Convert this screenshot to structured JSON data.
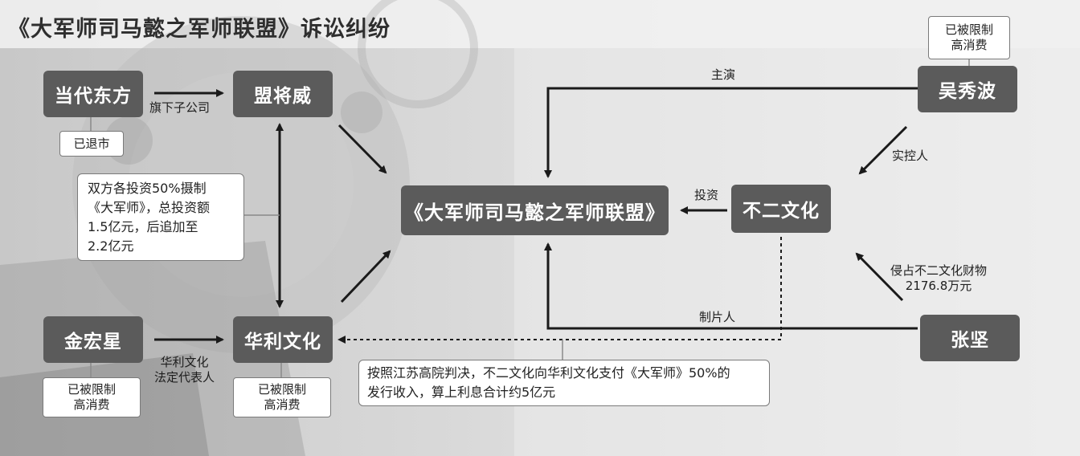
{
  "title": "《大军师司马懿之军师联盟》诉讼纠纷",
  "nodes": {
    "dangdai": "当代东方",
    "mengjiangwei": "盟将威",
    "jinhongxing": "金宏星",
    "huali": "华利文化",
    "center": "《大军师司马懿之军师联盟》",
    "buer": "不二文化",
    "wuxiubo": "吴秀波",
    "zhangjian": "张坚"
  },
  "tags": {
    "delisted": "已退市",
    "restricted_line1": "已被限制",
    "restricted_line2": "高消费"
  },
  "notes": {
    "investment": [
      "双方各投资50%摄制",
      "《大军师》，总投资额",
      "1.5亿元，后追加至",
      "2.2亿元"
    ],
    "verdict": [
      "按照江苏高院判决，不二文化向华利文化支付《大军师》50%的",
      "发行收入，算上利息合计约5亿元"
    ]
  },
  "edge_labels": {
    "subsidiary": "旗下子公司",
    "legal_rep_line1": "华利文化",
    "legal_rep_line2": "法定代表人",
    "lead_actor": "主演",
    "controller": "实控人",
    "invest": "投资",
    "embezzle_line1": "侵占不二文化财物",
    "embezzle_line2": "2176.8万元",
    "producer": "制片人"
  }
}
